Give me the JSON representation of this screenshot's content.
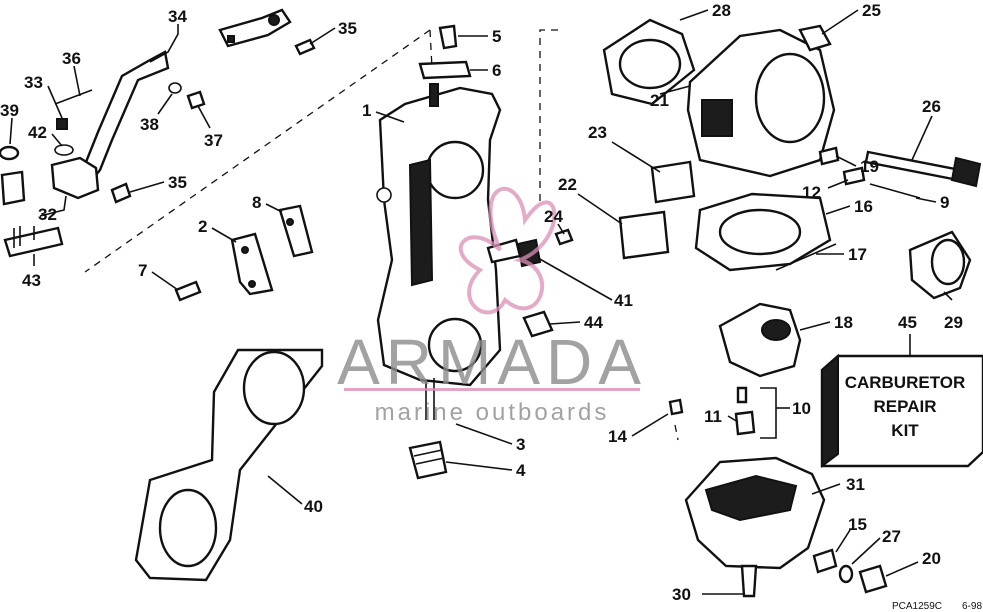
{
  "callouts": [
    {
      "id": "34",
      "text": "34"
    },
    {
      "id": "35a",
      "text": "35"
    },
    {
      "id": "36",
      "text": "36"
    },
    {
      "id": "33",
      "text": "33"
    },
    {
      "id": "39",
      "text": "39"
    },
    {
      "id": "42",
      "text": "42"
    },
    {
      "id": "38",
      "text": "38"
    },
    {
      "id": "37",
      "text": "37"
    },
    {
      "id": "35b",
      "text": "35"
    },
    {
      "id": "32",
      "text": "32"
    },
    {
      "id": "43",
      "text": "43"
    },
    {
      "id": "7",
      "text": "7"
    },
    {
      "id": "2",
      "text": "2"
    },
    {
      "id": "8",
      "text": "8"
    },
    {
      "id": "1",
      "text": "1"
    },
    {
      "id": "5",
      "text": "5"
    },
    {
      "id": "6",
      "text": "6"
    },
    {
      "id": "28",
      "text": "28"
    },
    {
      "id": "25",
      "text": "25"
    },
    {
      "id": "21",
      "text": "21"
    },
    {
      "id": "26",
      "text": "26"
    },
    {
      "id": "23",
      "text": "23"
    },
    {
      "id": "19",
      "text": "19"
    },
    {
      "id": "12",
      "text": "12"
    },
    {
      "id": "9",
      "text": "9"
    },
    {
      "id": "22",
      "text": "22"
    },
    {
      "id": "16",
      "text": "16"
    },
    {
      "id": "24",
      "text": "24"
    },
    {
      "id": "17",
      "text": "17"
    },
    {
      "id": "41",
      "text": "41"
    },
    {
      "id": "29",
      "text": "29"
    },
    {
      "id": "44",
      "text": "44"
    },
    {
      "id": "18",
      "text": "18"
    },
    {
      "id": "45",
      "text": "45"
    },
    {
      "id": "40",
      "text": "40"
    },
    {
      "id": "3",
      "text": "3"
    },
    {
      "id": "4",
      "text": "4"
    },
    {
      "id": "11",
      "text": "11"
    },
    {
      "id": "10",
      "text": "10"
    },
    {
      "id": "14",
      "text": "14"
    },
    {
      "id": "31",
      "text": "31"
    },
    {
      "id": "15",
      "text": "15"
    },
    {
      "id": "27",
      "text": "27"
    },
    {
      "id": "20",
      "text": "20"
    },
    {
      "id": "30",
      "text": "30"
    }
  ],
  "kit_box": {
    "line1": "CARBURETOR",
    "line2": "REPAIR",
    "line3": "KIT"
  },
  "watermark": {
    "title": "ARMADA",
    "subtitle": "marine outboards"
  },
  "reference": {
    "code": "PCA1259C",
    "date": "6-98"
  },
  "colors": {
    "ink": "#111111",
    "watermark_gray": "#8c8c8c",
    "watermark_pink": "#d98fb4"
  }
}
